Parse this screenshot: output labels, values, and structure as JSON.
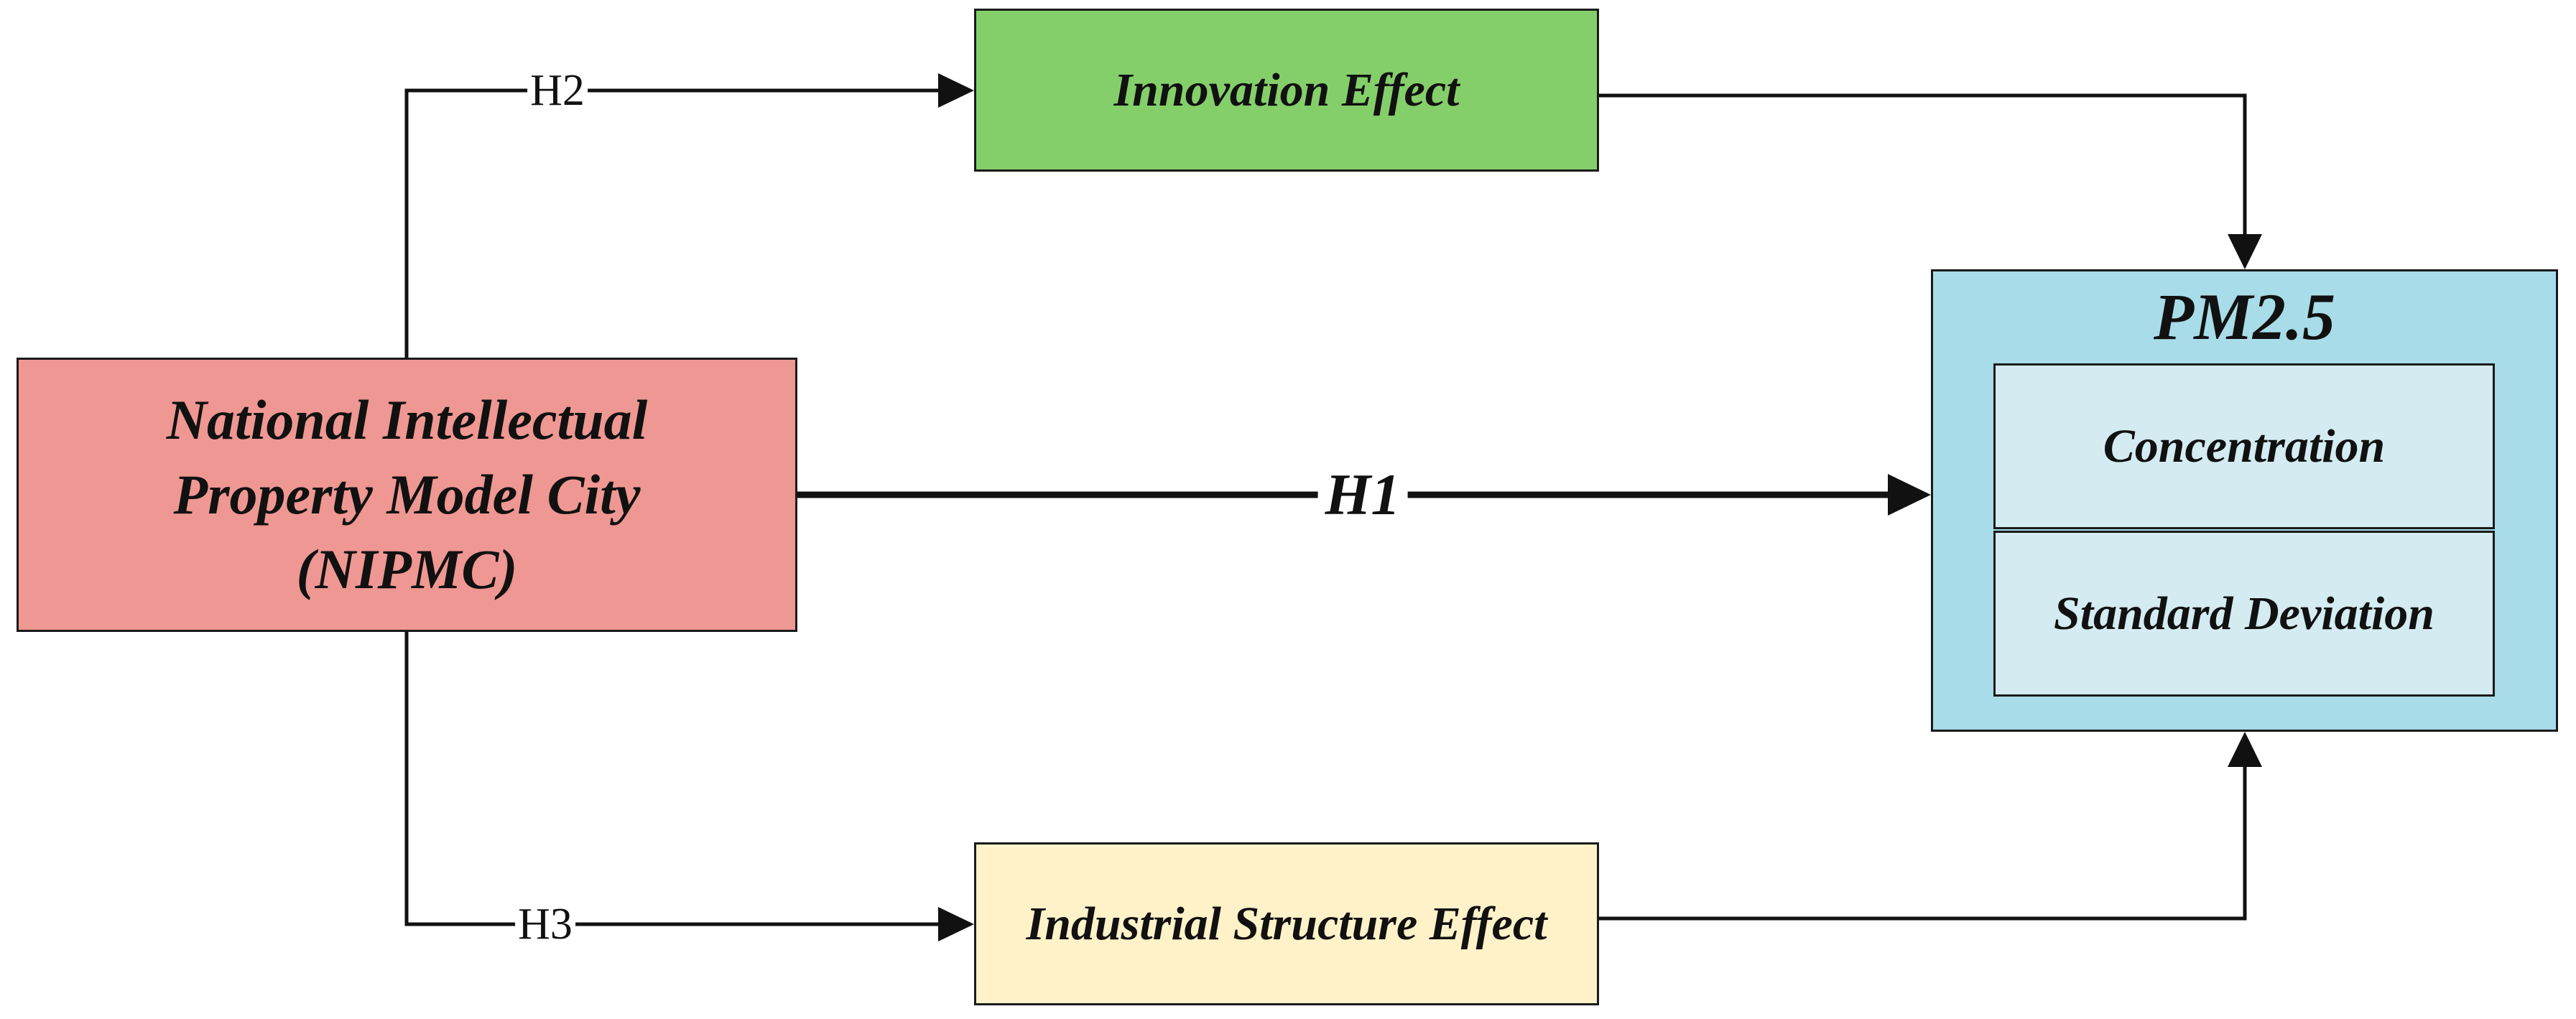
{
  "nodes": {
    "nipmc": {
      "line1": "National Intellectual",
      "line2": "Property Model City",
      "line3": "(NIPMC)",
      "fill": "#ef9792"
    },
    "innovation": {
      "label": "Innovation Effect",
      "fill": "#84cf6a"
    },
    "industrial": {
      "label": "Industrial Structure Effect",
      "fill": "#fff2c9"
    },
    "pm25": {
      "title": "PM2.5",
      "fill": "#a8dce8",
      "components": [
        {
          "label": "Concentration"
        },
        {
          "label": "Standard Deviation"
        }
      ],
      "component_fill": "#d3ebf1"
    }
  },
  "edges": {
    "h1": "H1",
    "h2": "H2",
    "h3": "H3"
  }
}
